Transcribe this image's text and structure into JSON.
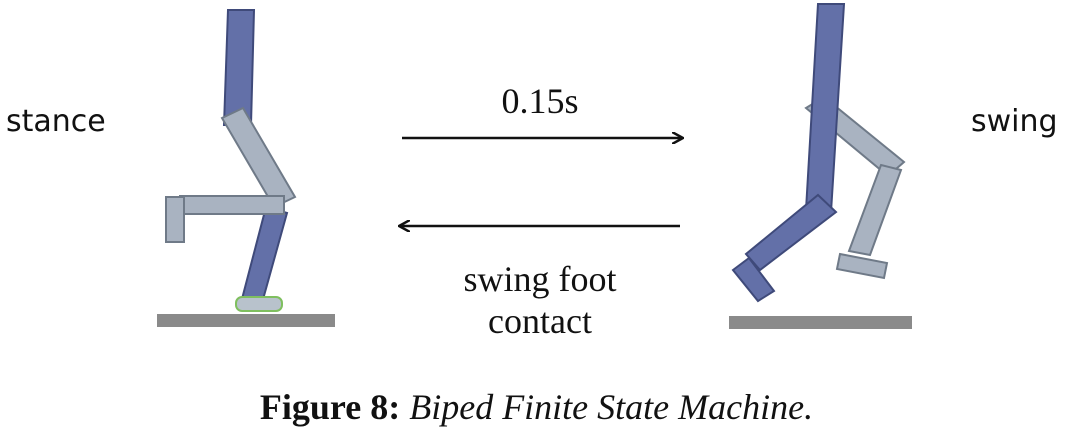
{
  "states": {
    "stance": "stance",
    "swing": "swing"
  },
  "transitions": {
    "stance_to_swing": "0.15s",
    "swing_to_stance_line1": "swing foot",
    "swing_to_stance_line2": "contact"
  },
  "caption": {
    "label": "Figure 8:",
    "text": " Biped Finite State Machine."
  },
  "colors": {
    "dark_segment": "#6370a8",
    "light_segment": "#a9b3c1",
    "ground": "#8a8a8a",
    "stance_foot": "#b8c2cc",
    "stance_foot_outline": "#7fbf5f",
    "arrow": "#111111"
  }
}
